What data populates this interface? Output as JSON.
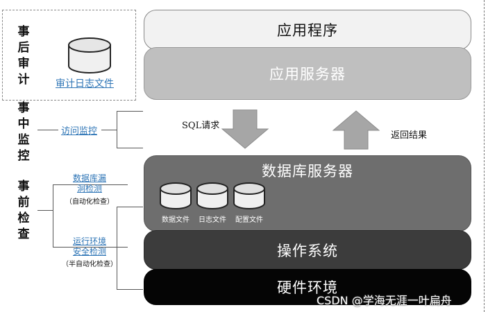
{
  "left": {
    "post_audit": {
      "chars": [
        "事",
        "后",
        "审",
        "计"
      ],
      "file_label": "审计日志文件"
    },
    "during_monitor": {
      "chars": [
        "事",
        "中",
        "监",
        "控"
      ],
      "link": "访问监控"
    },
    "pre_check": {
      "chars": [
        "事",
        "前",
        "检",
        "查"
      ],
      "vuln_line1": "数据库漏",
      "vuln_line2": "洞检测",
      "vuln_note": "（自动化检查）",
      "env_line1": "运行环境",
      "env_line2": "安全检测",
      "env_note": "（半自动化检查）"
    }
  },
  "stack": {
    "app": "应用程序",
    "app_server": "应用服务器",
    "sql_request": "SQL请求",
    "return_result": "返回结果",
    "db_server": "数据库服务器",
    "files": [
      "数据文件",
      "日志文件",
      "配置文件"
    ],
    "os": "操作系统",
    "hardware": "硬件环境"
  },
  "watermark": "CSDN @学海无涯一叶扁舟",
  "colors": {
    "app": "#f2f2f2",
    "app_server": "#bfbfbf",
    "db_server": "#6e6e6e",
    "os": "#3c3c3c",
    "hardware": "#050505",
    "arrow": "#a6a6a6",
    "link": "#2e75b6"
  }
}
